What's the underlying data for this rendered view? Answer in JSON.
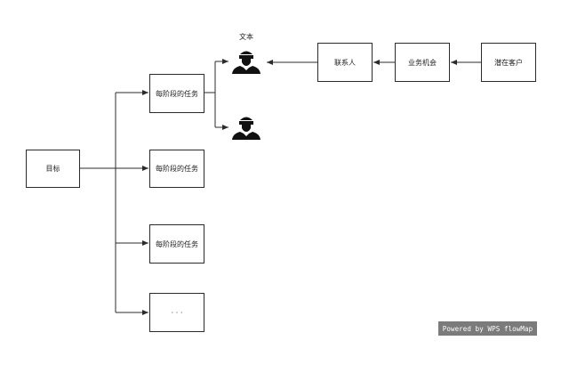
{
  "diagram": {
    "goal": {
      "label": "目标"
    },
    "stages": [
      {
        "label": "每阶段的任务"
      },
      {
        "label": "每阶段的任务"
      },
      {
        "label": "每阶段的任务"
      },
      {
        "label": "· · ·"
      }
    ],
    "people_caption": "文本",
    "people_icons": [
      "person-icon",
      "person-icon"
    ],
    "chain": [
      {
        "label": "联系人"
      },
      {
        "label": "业务机会"
      },
      {
        "label": "潜在客户"
      }
    ],
    "colors": {
      "line": "#2b2b2b",
      "icon": "#111111",
      "watermark_bg": "#7b7b7b"
    }
  },
  "watermark": {
    "text": "Powered by WPS flowMap"
  }
}
